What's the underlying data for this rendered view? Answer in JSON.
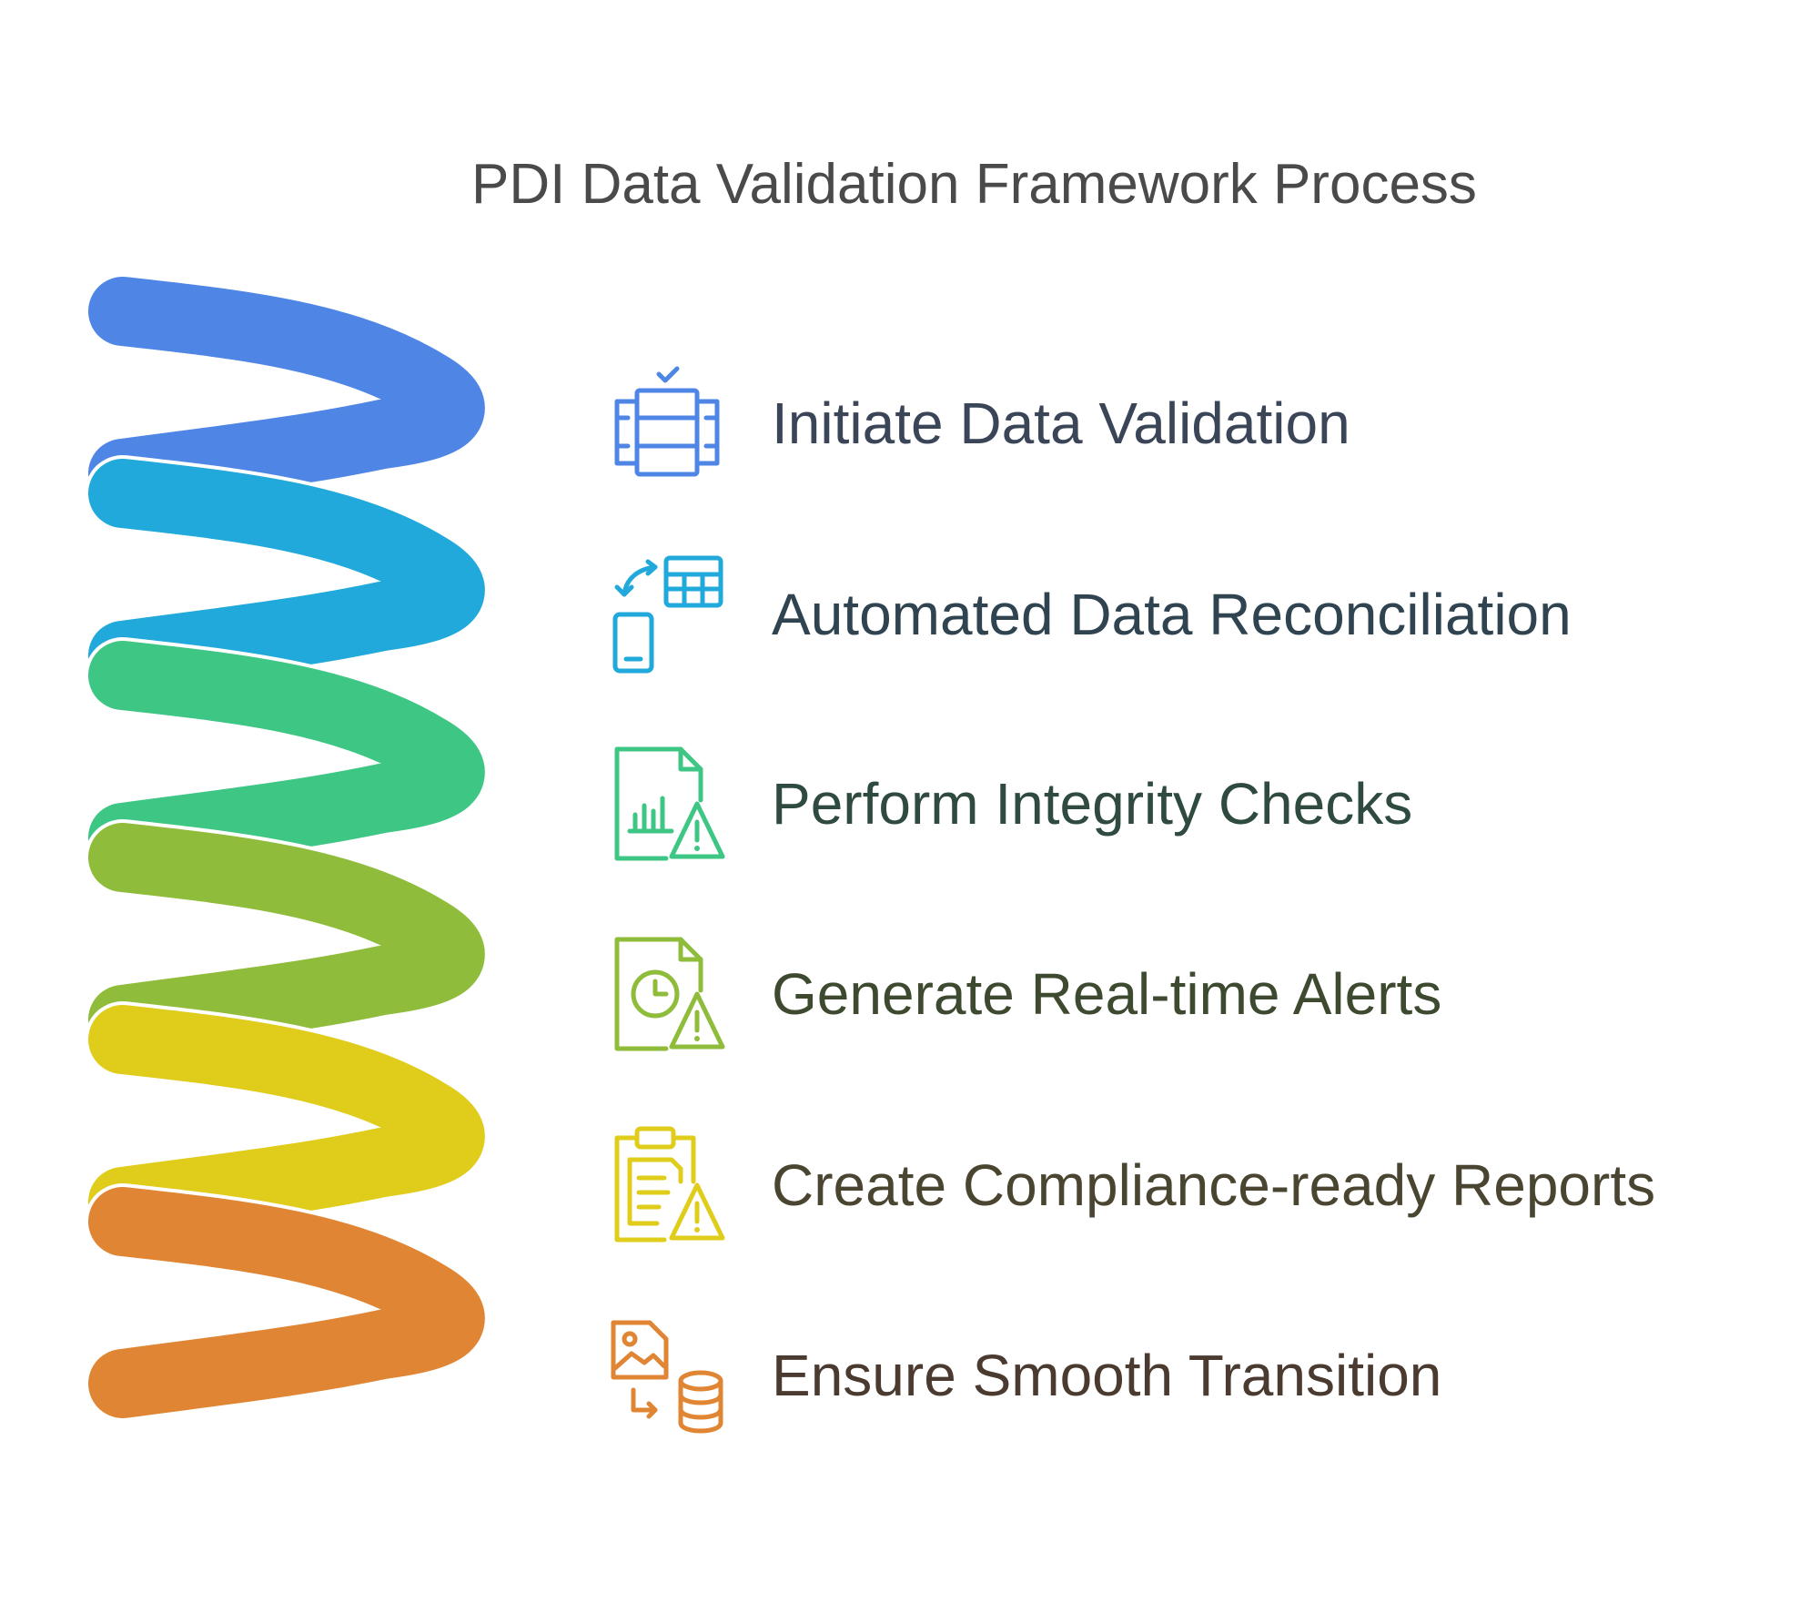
{
  "title": "PDI Data Validation Framework Process",
  "steps": [
    {
      "label": "Initiate Data Validation",
      "icon": "data-table-check-icon",
      "color": "#4f86e6",
      "text_color": "#3b4558"
    },
    {
      "label": "Automated Data Reconciliation",
      "icon": "device-sync-table-icon",
      "color": "#20a9da",
      "text_color": "#2f4450"
    },
    {
      "label": "Perform Integrity Checks",
      "icon": "chart-document-warning-icon",
      "color": "#3ec685",
      "text_color": "#2f4a3e"
    },
    {
      "label": "Generate Real-time Alerts",
      "icon": "clock-document-warning-icon",
      "color": "#8fbc3a",
      "text_color": "#3d4a30"
    },
    {
      "label": "Create Compliance-ready Reports",
      "icon": "clipboard-warning-icon",
      "color": "#e0cc1a",
      "text_color": "#4a4530"
    },
    {
      "label": "Ensure Smooth Transition",
      "icon": "image-to-database-icon",
      "color": "#e08533",
      "text_color": "#4a3a30"
    }
  ]
}
